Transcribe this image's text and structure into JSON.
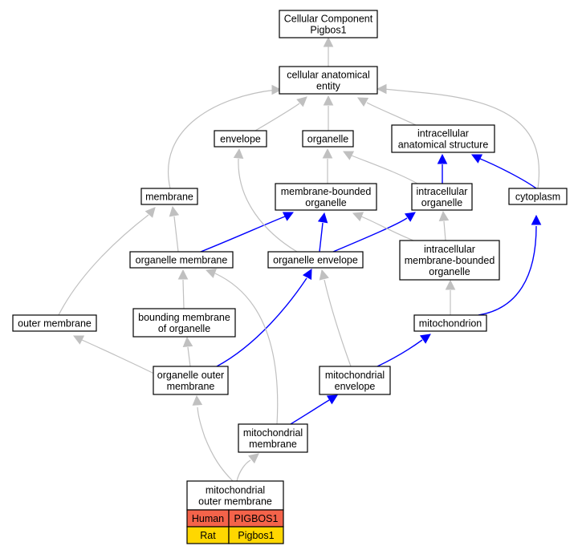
{
  "nodes": {
    "root": [
      "Cellular Component",
      "Pigbos1"
    ],
    "cae": [
      "cellular anatomical",
      "entity"
    ],
    "envelope": [
      "envelope"
    ],
    "organelle": [
      "organelle"
    ],
    "ias": [
      "intracellular",
      "anatomical structure"
    ],
    "membrane": [
      "membrane"
    ],
    "mbo": [
      "membrane-bounded",
      "organelle"
    ],
    "io": [
      "intracellular",
      "organelle"
    ],
    "cytoplasm": [
      "cytoplasm"
    ],
    "om": [
      "organelle membrane"
    ],
    "oe": [
      "organelle envelope"
    ],
    "imbo": [
      "intracellular",
      "membrane-bounded",
      "organelle"
    ],
    "outer": [
      "outer membrane"
    ],
    "bmo": [
      "bounding membrane",
      "of organelle"
    ],
    "mito": [
      "mitochondrion"
    ],
    "oom": [
      "organelle outer",
      "membrane"
    ],
    "menv": [
      "mitochondrial",
      "envelope"
    ],
    "mmem": [
      "mitochondrial",
      "membrane"
    ],
    "mom": [
      "mitochondrial",
      "outer membrane"
    ]
  },
  "annotations": [
    {
      "species": "Human",
      "gene": "PIGBOS1",
      "color": "#f4634a"
    },
    {
      "species": "Rat",
      "gene": "Pigbos1",
      "color": "#ffd700"
    }
  ],
  "colors": {
    "blue_edge": "#0000ff",
    "grey_edge": "#c0c0c0"
  }
}
